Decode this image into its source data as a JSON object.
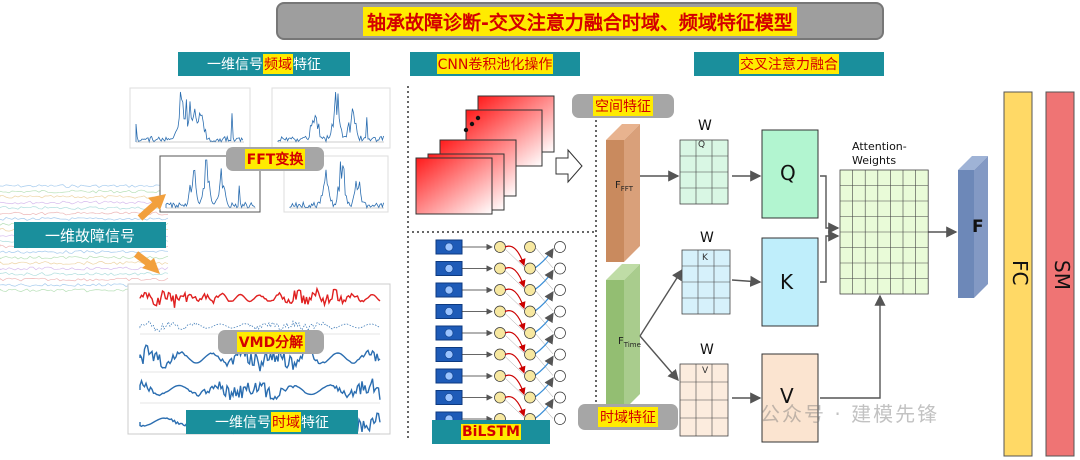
{
  "title": "轴承故障诊断-交叉注意力融合时域、频域特征模型",
  "headers": {
    "freq_feature_pre": "一维信号",
    "freq_feature_hl": "频域",
    "freq_feature_post": "特征",
    "cnn": "CNN卷积池化操作",
    "cross_attention": "交叉注意力融合"
  },
  "left": {
    "signal_label": "一维故障信号",
    "fft_label": "FFT变换",
    "vmd_label": "VMD分解",
    "time_feature_pre": "一维信号",
    "time_feature_hl": "时域",
    "time_feature_post": "特征"
  },
  "middle": {
    "spatial_feature": "空间特征",
    "time_domain_feature": "时域特征",
    "bilstm_label": "BiLSTM"
  },
  "attention": {
    "f_fft_main": "F",
    "f_fft_sub": "FFT",
    "f_time_main": "F",
    "f_time_sub": "Time",
    "w_label": "W",
    "wq_sub": "Q",
    "wk_sub": "K",
    "wv_sub": "V",
    "q": "Q",
    "k": "K",
    "v": "V",
    "weights_label": "Attention-\nWeights",
    "f_out": "F",
    "fc": "FC",
    "sm": "SM"
  },
  "watermark": "公众号 · 建模先锋",
  "colors": {
    "title_bg": "#9e9e9e",
    "highlight": "#ffeb00",
    "highlight_text": "#d40000",
    "teal": "#1a8f9c",
    "q_fill": "#b2f5d0",
    "k_fill": "#bfeefb",
    "v_fill": "#fbe4d0",
    "weights_fill": "#e9fbd8",
    "fc_fill": "#ffd966",
    "sm_fill": "#ef7474",
    "f_out_fill": "#6d88b8",
    "f_fft_fill": "#c98a5e",
    "f_time_fill": "#93be72"
  }
}
